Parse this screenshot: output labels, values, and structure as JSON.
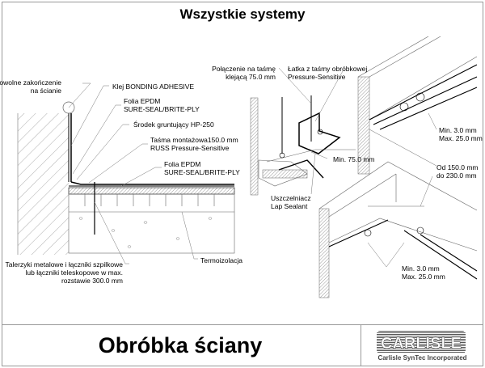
{
  "title": "Wszystkie systemy",
  "left_detail": {
    "labels": {
      "termination": [
        "Dowolne zakończenie",
        "na ścianie"
      ],
      "adhesive": "Klej BONDING ADHESIVE",
      "epdm_top": [
        "Folia EPDM",
        "SURE-SEAL/BRITE-PLY"
      ],
      "primer": "Środek gruntujący HP-250",
      "tape": [
        "Taśma montażowa150.0 mm",
        "RUSS Pressure-Sensitive"
      ],
      "epdm_bottom": [
        "Folia EPDM",
        "SURE-SEAL/BRITE-PLY"
      ],
      "fasteners": [
        "Talerzyki metalowe i łączniki szpilkowe",
        "lub łączniki teleskopowe w max.",
        "rozstawie 300.0 mm"
      ],
      "insulation": "Termoizolacja"
    }
  },
  "middle_detail": {
    "labels": {
      "tape_joint": [
        "Połączenie na taśmę",
        "klejącą 75.0 mm"
      ],
      "patch": [
        "Łatka z taśmy obróbkowej",
        "Pressure-Sensitive"
      ],
      "min": "Min. 75.0 mm",
      "sealant": [
        "Uszczelniacz",
        "Lap Sealant"
      ]
    }
  },
  "right_detail": {
    "labels": {
      "gap_top": [
        "Min. 3.0 mm",
        "Max. 25.0 mm"
      ],
      "range": [
        "Od 150.0 mm",
        "do 230.0 mm"
      ],
      "gap_bottom": [
        "Min. 3.0 mm",
        "Max. 25.0 mm"
      ]
    }
  },
  "footer": {
    "caption": "Obróbka ściany",
    "logo_text": "CARLISLE",
    "company": "Carlisle SynTec Incorporated"
  }
}
